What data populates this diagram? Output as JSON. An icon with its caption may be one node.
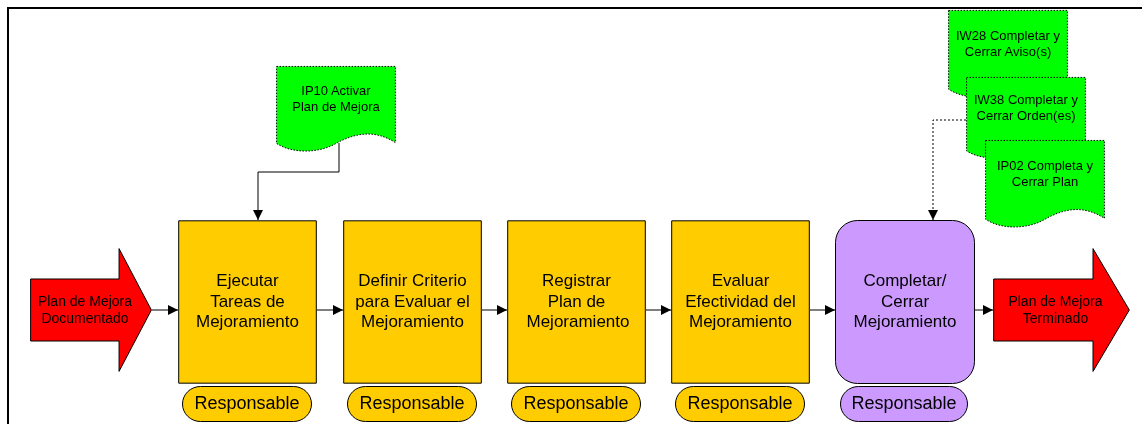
{
  "diagram": {
    "nodes": [
      {
        "text": [
          "Plan de Mejora Documentado"
        ]
      },
      {
        "text": [
          "IP10 Activar Plan de Mejora"
        ]
      },
      {
        "text": [
          "Ejecutar Tareas de Mejoramiento"
        ]
      },
      {
        "text": [
          "Responsable"
        ]
      },
      {
        "text": [
          "Definir Criterio para Evaluar el Mejoramiento"
        ]
      },
      {
        "text": [
          "Responsable"
        ]
      },
      {
        "text": [
          "Registrar Plan de Mejoramiento"
        ]
      },
      {
        "text": [
          "Responsable"
        ]
      },
      {
        "text": [
          "Evaluar Efectividad del Mejoramiento"
        ]
      },
      {
        "text": [
          "Responsable"
        ]
      },
      {
        "text": [
          "Completar/ Cerrar Mejoramiento"
        ]
      },
      {
        "text": [
          "Responsable"
        ]
      },
      {
        "text": [
          "IW28 Completar y Cerrar Aviso(s)"
        ]
      },
      {
        "text": [
          "IW38 Completar y Cerrar Orden(es)"
        ]
      },
      {
        "text": [
          "IP02 Completa y Cerrar Plan"
        ]
      },
      {
        "text": [
          "Plan de Mejora Terminado"
        ]
      }
    ],
    "edges": [
      {
        "from": 0,
        "to": 2,
        "arrow": "to"
      },
      {
        "from": 1,
        "to": 2,
        "arrow": "to"
      },
      {
        "from": 2,
        "to": 4,
        "arrow": "to"
      },
      {
        "from": 4,
        "to": 6,
        "arrow": "to"
      },
      {
        "from": 6,
        "to": 8,
        "arrow": "to"
      },
      {
        "from": 8,
        "to": 10,
        "arrow": "to"
      },
      {
        "from": 13,
        "to": 10,
        "arrow": "to",
        "style": "dashed"
      },
      {
        "from": 10,
        "to": 15,
        "arrow": "to"
      }
    ]
  }
}
